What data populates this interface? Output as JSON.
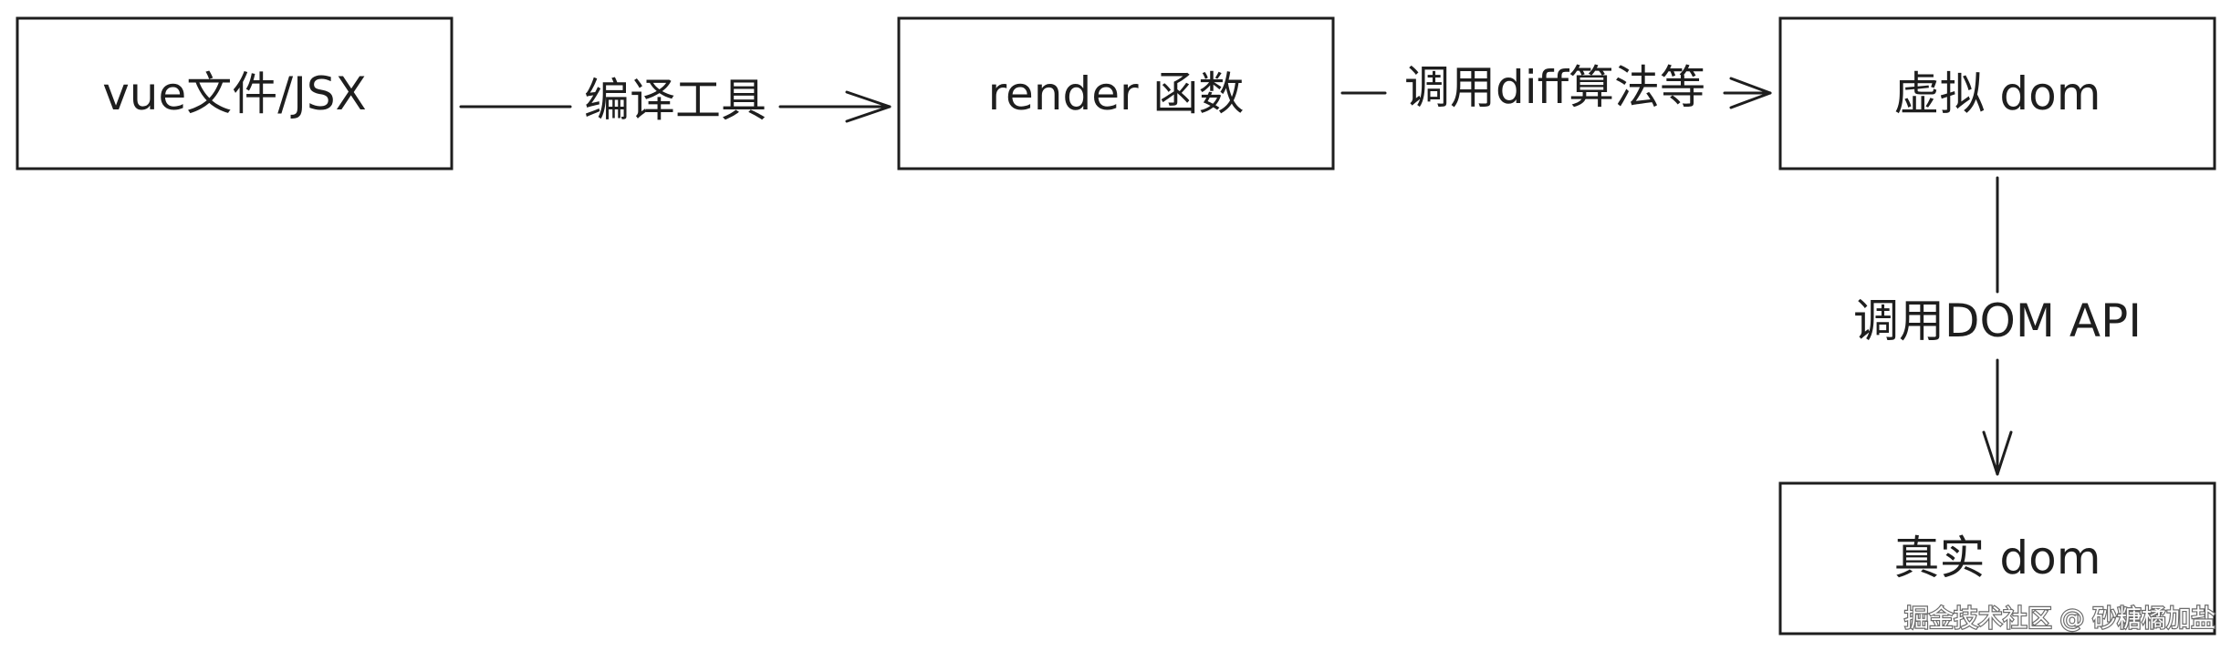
{
  "diagram": {
    "nodes": [
      {
        "id": "source",
        "label": "vue文件/JSX"
      },
      {
        "id": "render",
        "label": "render 函数"
      },
      {
        "id": "vdom",
        "label": "虚拟 dom"
      },
      {
        "id": "realdom",
        "label": "真实 dom"
      }
    ],
    "edges": [
      {
        "from": "source",
        "to": "render",
        "label": "编译工具"
      },
      {
        "from": "render",
        "to": "vdom",
        "label": "调用diff算法等"
      },
      {
        "from": "vdom",
        "to": "realdom",
        "label": "调用DOM API"
      }
    ]
  },
  "watermark": "掘金技术社区 @ 砂糖橘加盐"
}
